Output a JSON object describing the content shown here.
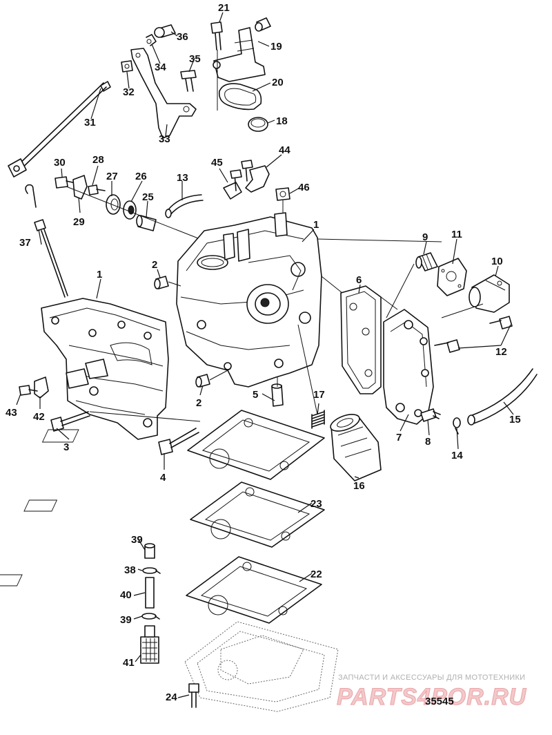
{
  "callouts": {
    "c1": "1",
    "c2": "2",
    "c3": "3",
    "c4": "4",
    "c5": "5",
    "c6": "6",
    "c7": "7",
    "c8": "8",
    "c9": "9",
    "c10": "10",
    "c11": "11",
    "c12": "12",
    "c13": "13",
    "c14": "14",
    "c15": "15",
    "c16": "16",
    "c17": "17",
    "c18": "18",
    "c19": "19",
    "c20": "20",
    "c21": "21",
    "c22": "22",
    "c23": "23",
    "c24": "24",
    "c25": "25",
    "c26": "26",
    "c27": "27",
    "c28": "28",
    "c29": "29",
    "c30": "30",
    "c31": "31",
    "c32": "32",
    "c33": "33",
    "c34": "34",
    "c35": "35",
    "c36": "36",
    "c37": "37",
    "c38": "38",
    "c39": "39",
    "c40": "40",
    "c41": "41",
    "c42": "42",
    "c43": "43",
    "c44": "44",
    "c45": "45",
    "c46": "46"
  },
  "drawing_number": "35545",
  "watermark": {
    "tagline": "ЗАПЧАСТИ И АКСЕССУАРЫ ДЛЯ МОТОТЕХНИКИ",
    "logo": "PARTS4POR.RU"
  },
  "colors": {
    "line": "#111111",
    "watermark_text": "#b0b0b0",
    "watermark_logo": "#e9a3a6"
  }
}
